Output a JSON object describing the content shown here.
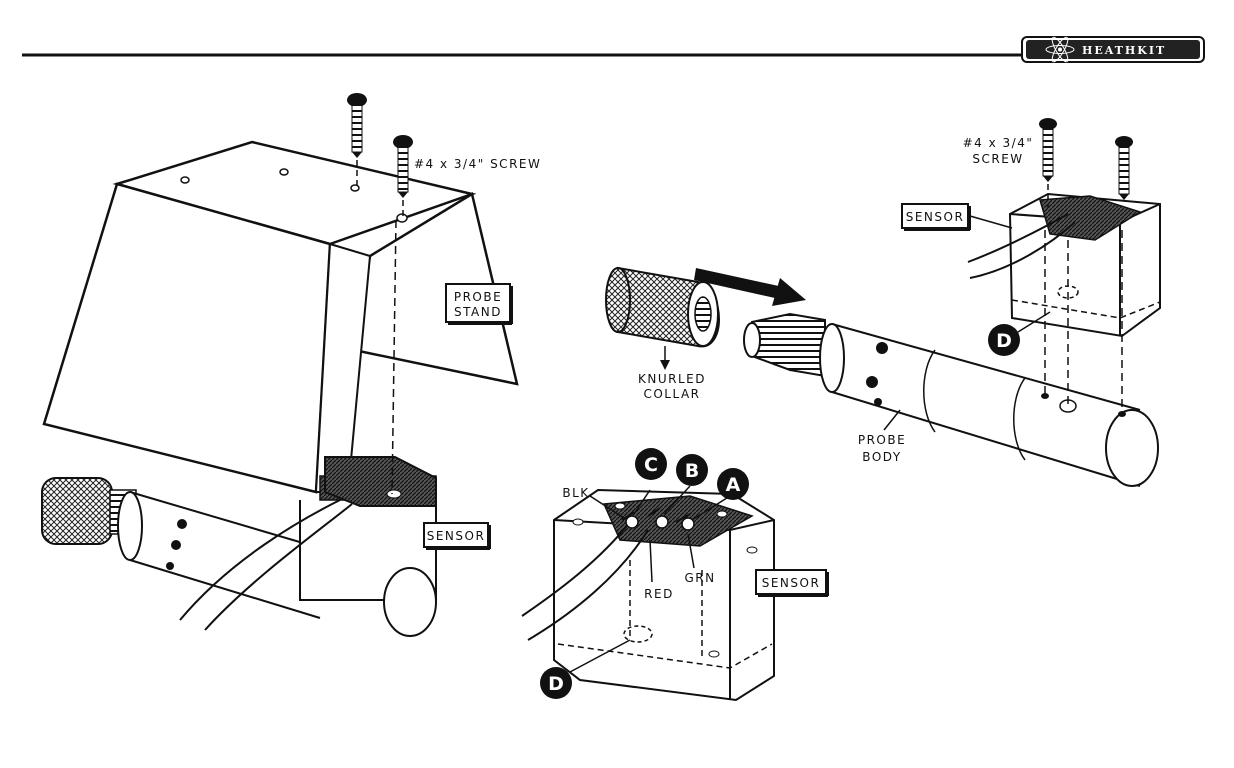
{
  "brand": {
    "name": "HEATHKIT"
  },
  "labels": {
    "screw_left": "#4 x 3/4\" SCREW",
    "screw_right_line1": "#4 x 3/4\"",
    "screw_right_line2": "SCREW",
    "probe_stand_line1": "PROBE",
    "probe_stand_line2": "STAND",
    "sensor": "SENSOR",
    "knurled_line1": "KNURLED",
    "knurled_line2": "COLLAR",
    "probe_body_line1": "PROBE",
    "probe_body_line2": "BODY",
    "wire_blk": "BLK",
    "wire_red": "RED",
    "wire_grn": "GRN"
  },
  "callouts": {
    "a": "A",
    "b": "B",
    "c": "C",
    "d": "D"
  }
}
